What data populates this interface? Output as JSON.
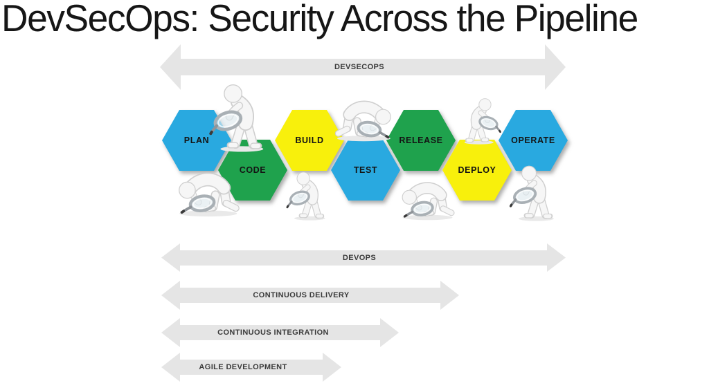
{
  "title": "DevSecOps: Security Across the Pipeline",
  "banner": {
    "label": "DEVSECOPS"
  },
  "pipeline": {
    "stages": [
      {
        "label": "PLAN",
        "color": "#29A9E0"
      },
      {
        "label": "CODE",
        "color": "#1FA24D"
      },
      {
        "label": "BUILD",
        "color": "#F8F00C"
      },
      {
        "label": "TEST",
        "color": "#29A9E0"
      },
      {
        "label": "RELEASE",
        "color": "#1FA24D"
      },
      {
        "label": "DEPLOY",
        "color": "#F8F00C"
      },
      {
        "label": "OPERATE",
        "color": "#29A9E0"
      }
    ]
  },
  "timeline_arrows": [
    {
      "label": "DEVOPS"
    },
    {
      "label": "CONTINUOUS DELIVERY"
    },
    {
      "label": "CONTINUOUS INTEGRATION"
    },
    {
      "label": "AGILE DEVELOPMENT"
    }
  ],
  "icons": {
    "inspector": "person-with-magnifying-glass",
    "inspector_count": 7
  },
  "colors": {
    "arrow_fill": "#E5E5E5",
    "hex_blue": "#29A9E0",
    "hex_green": "#1FA24D",
    "hex_yellow": "#F8F00C",
    "label_text": "#3A3A3A",
    "title_text": "#161616"
  }
}
